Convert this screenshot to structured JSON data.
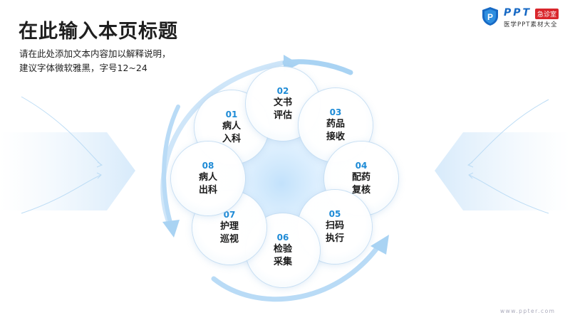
{
  "title": "在此输入本页标题",
  "description": {
    "line1": "请在此处添加文本内容加以解释说明，",
    "line2": "建议字体微软雅黑，字号12~24"
  },
  "brand": {
    "ppt": "PPT",
    "tag": "急诊室",
    "subtitle": "医学PPT素材大全"
  },
  "footer": "www.ppter.com",
  "steps": [
    {
      "num": "01",
      "line1": "病人",
      "line2": "入科"
    },
    {
      "num": "02",
      "line1": "文书",
      "line2": "评估"
    },
    {
      "num": "03",
      "line1": "药品",
      "line2": "接收"
    },
    {
      "num": "04",
      "line1": "配药",
      "line2": "复核"
    },
    {
      "num": "05",
      "line1": "扫码",
      "line2": "执行"
    },
    {
      "num": "06",
      "line1": "检验",
      "line2": "采集"
    },
    {
      "num": "07",
      "line1": "护理",
      "line2": "巡视"
    },
    {
      "num": "08",
      "line1": "病人",
      "line2": "出科"
    }
  ],
  "colors": {
    "accent": "#1e8bd6",
    "arrow": "#a9d3f3",
    "title": "#1f1f1f"
  }
}
